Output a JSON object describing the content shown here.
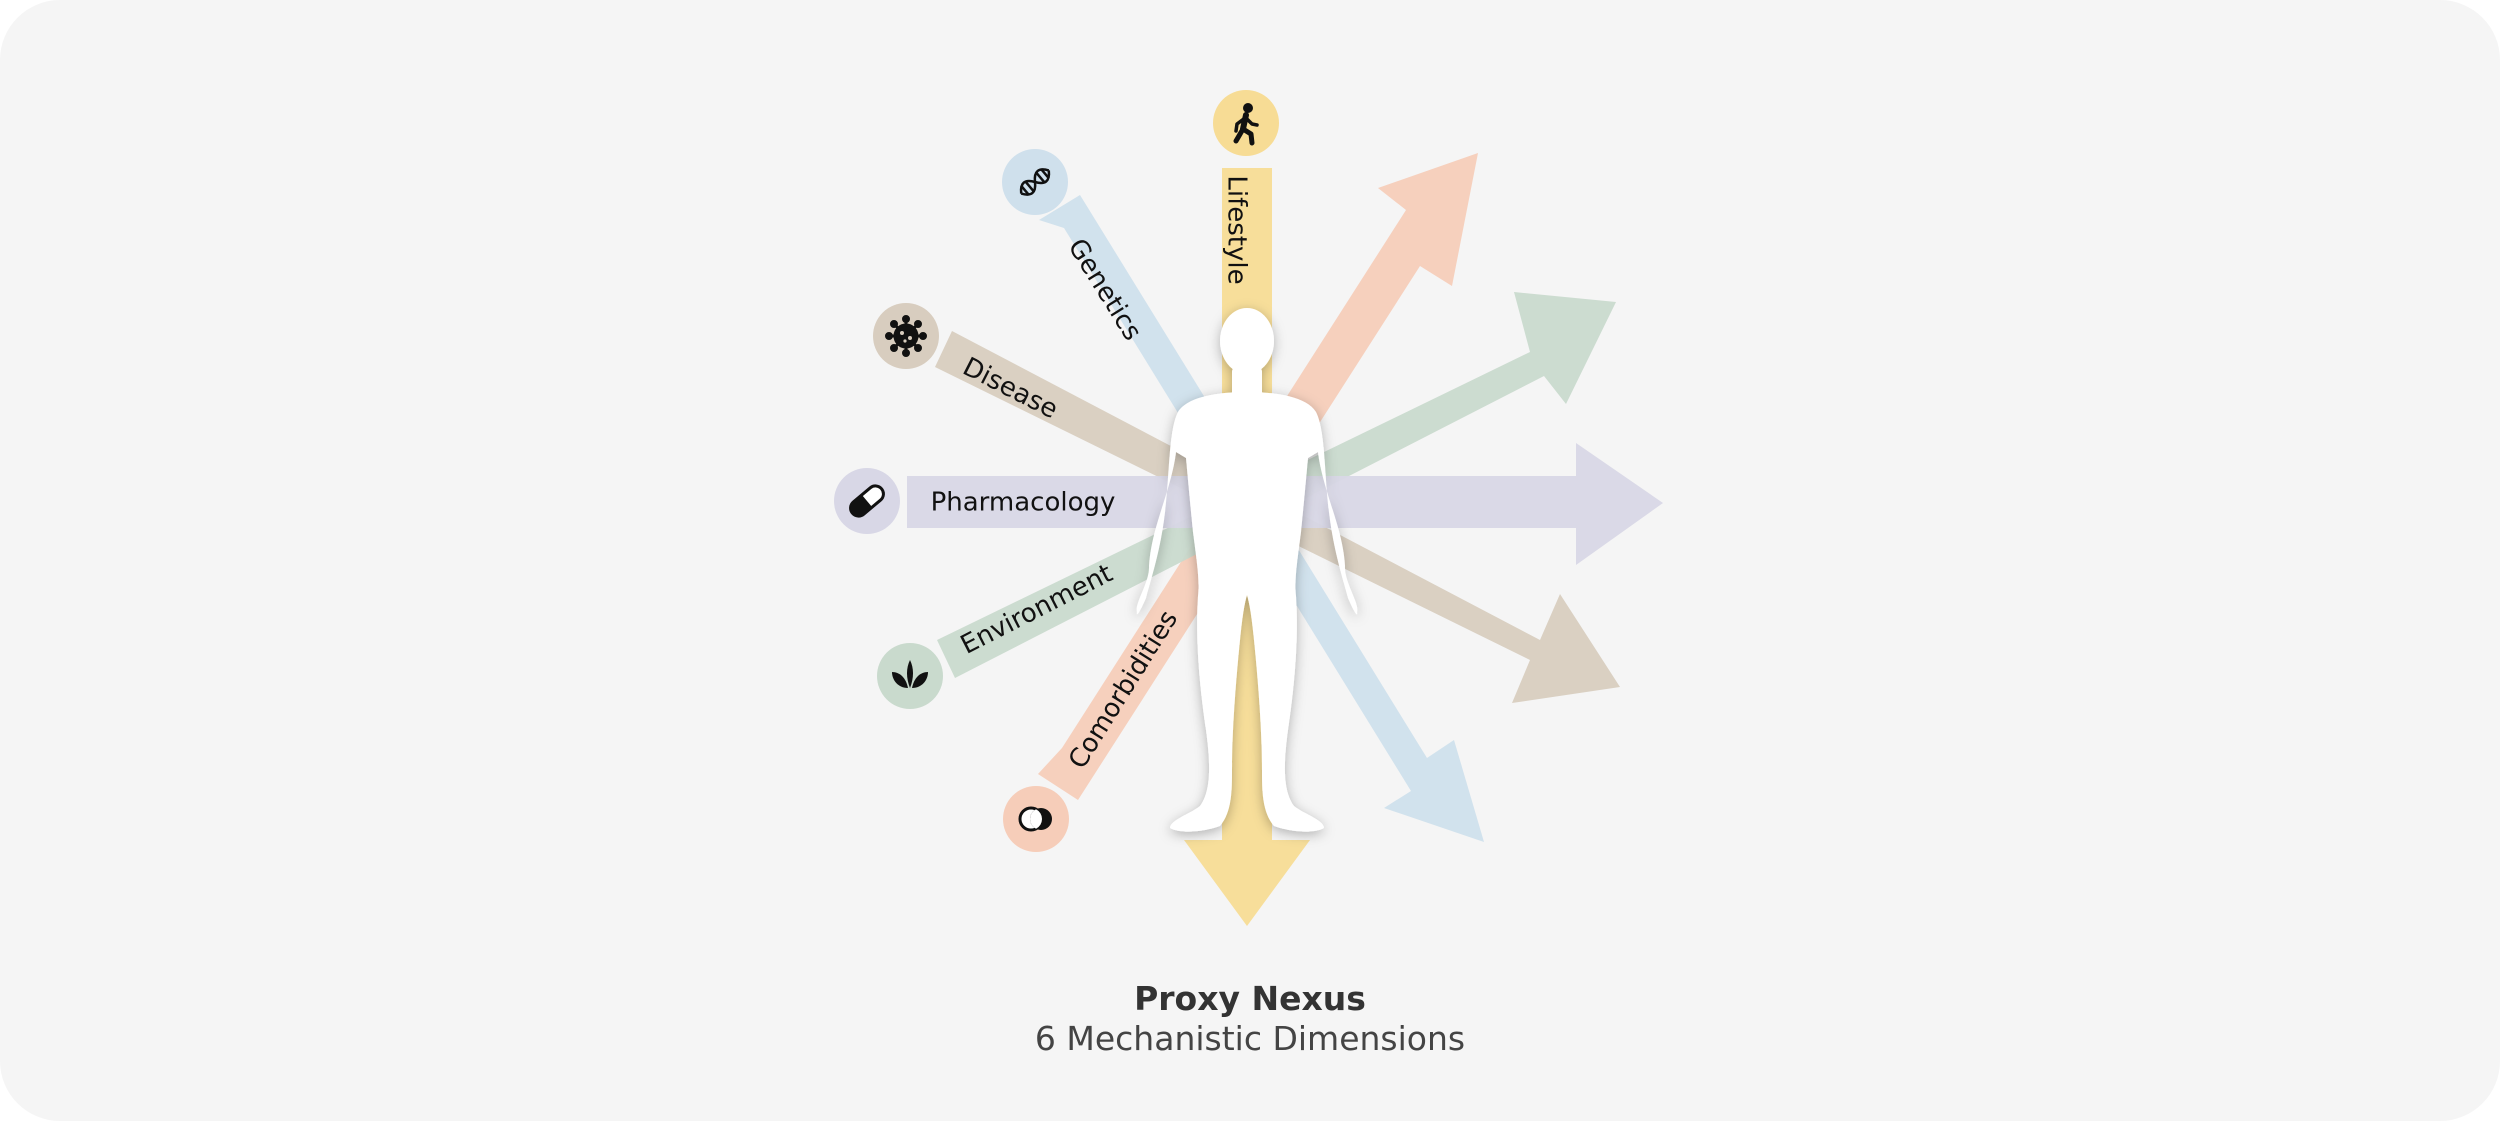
{
  "title": "Proxy Nexus",
  "subtitle": "6 Mechanistic Dimensions",
  "dimensions": [
    {
      "key": "lifestyle",
      "label": "Lifestyle",
      "icon": "walking-person-icon",
      "color": "#f7dc95",
      "circle": "#f7dc95"
    },
    {
      "key": "genetics",
      "label": "Genetics",
      "icon": "dna-icon",
      "color": "#cfe0ec",
      "circle": "#cfe0ec"
    },
    {
      "key": "disease",
      "label": "Disease",
      "icon": "virus-icon",
      "color": "#d8cdbf",
      "circle": "#d8cdbf"
    },
    {
      "key": "pharmacology",
      "label": "Pharmacology",
      "icon": "pill-icon",
      "color": "#d8d7e6",
      "circle": "#d8d7e6"
    },
    {
      "key": "environment",
      "label": "Environment",
      "icon": "leaf-icon",
      "color": "#c9dacd",
      "circle": "#c9dacd"
    },
    {
      "key": "comorbidities",
      "label": "Comorbidities",
      "icon": "overlap-circles-icon",
      "color": "#f6cdb9",
      "circle": "#f6cdb9"
    }
  ]
}
